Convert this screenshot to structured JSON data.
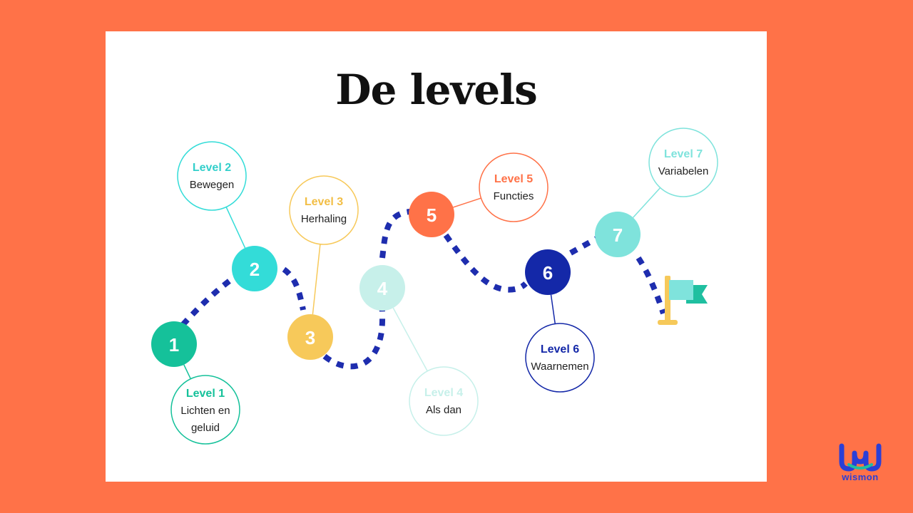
{
  "title": "De levels",
  "brand": {
    "name": "wismon"
  },
  "colors": {
    "background": "#FF7248",
    "path": "#1E2DAE",
    "flag_pole": "#F6C95A",
    "flag_cloth": "#7FE3DC",
    "flag_tail": "#1FBFA0"
  },
  "levels": [
    {
      "num": "1",
      "title": "Level 1",
      "desc": [
        "Lichten en",
        "geluid"
      ],
      "color": "#15C19A"
    },
    {
      "num": "2",
      "title": "Level 2",
      "desc": [
        "Bewegen"
      ],
      "color": "#33DCD8"
    },
    {
      "num": "3",
      "title": "Level 3",
      "desc": [
        "Herhaling"
      ],
      "color": "#F7C95A"
    },
    {
      "num": "4",
      "title": "Level 4",
      "desc": [
        "Als dan"
      ],
      "color": "#C7F0EA"
    },
    {
      "num": "5",
      "title": "Level 5",
      "desc": [
        "Functies"
      ],
      "color": "#FF7248"
    },
    {
      "num": "6",
      "title": "Level 6",
      "desc": [
        "Waarnemen"
      ],
      "color": "#1428A8"
    },
    {
      "num": "7",
      "title": "Level 7",
      "desc": [
        "Variabelen"
      ],
      "color": "#7FE3DC"
    }
  ]
}
